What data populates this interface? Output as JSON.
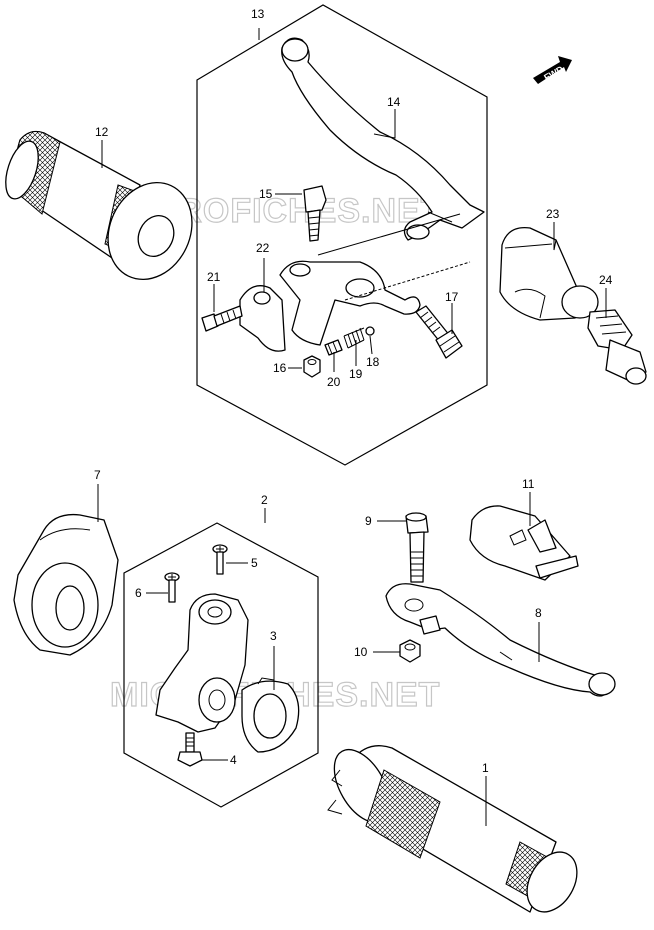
{
  "watermark": "MICROFICHES.NET",
  "fwd_label": "FWD",
  "callouts": [
    {
      "id": "c13",
      "text": "13"
    },
    {
      "id": "c14",
      "text": "14"
    },
    {
      "id": "c12",
      "text": "12"
    },
    {
      "id": "c15",
      "text": "15"
    },
    {
      "id": "c22",
      "text": "22"
    },
    {
      "id": "c21",
      "text": "21"
    },
    {
      "id": "c17",
      "text": "17"
    },
    {
      "id": "c16",
      "text": "16"
    },
    {
      "id": "c20",
      "text": "20"
    },
    {
      "id": "c19",
      "text": "19"
    },
    {
      "id": "c18",
      "text": "18"
    },
    {
      "id": "c23",
      "text": "23"
    },
    {
      "id": "c24",
      "text": "24"
    },
    {
      "id": "c7",
      "text": "7"
    },
    {
      "id": "c2",
      "text": "2"
    },
    {
      "id": "c5",
      "text": "5"
    },
    {
      "id": "c6",
      "text": "6"
    },
    {
      "id": "c3",
      "text": "3"
    },
    {
      "id": "c4",
      "text": "4"
    },
    {
      "id": "c11",
      "text": "11"
    },
    {
      "id": "c9",
      "text": "9"
    },
    {
      "id": "c8",
      "text": "8"
    },
    {
      "id": "c10",
      "text": "10"
    },
    {
      "id": "c1",
      "text": "1"
    }
  ]
}
